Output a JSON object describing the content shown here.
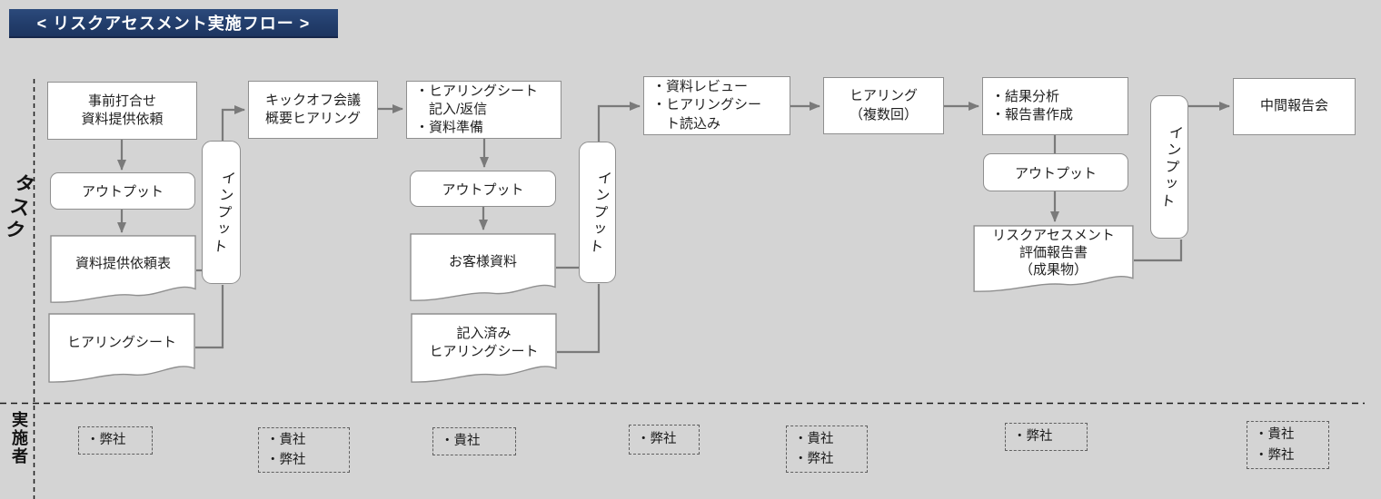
{
  "title": "< リスクアセスメント実施フロー >",
  "lanes": {
    "task": "タスク",
    "executor": "実施者"
  },
  "shared": {
    "output": "アウトプット",
    "input": "インプット"
  },
  "process": {
    "pre_meeting": {
      "lines": [
        "事前打合せ",
        "資料提供依頼"
      ]
    },
    "kickoff": {
      "lines": [
        "キックオフ会議",
        "概要ヒアリング"
      ]
    },
    "sheet_fill": {
      "lines": [
        "・ヒアリングシート",
        "記入/返信",
        "・資料準備"
      ]
    },
    "review": {
      "lines": [
        "・資料レビュー",
        "・ヒアリングシー",
        "ト読込み"
      ]
    },
    "hearing": {
      "lines": [
        "ヒアリング",
        "（複数回）"
      ]
    },
    "analysis": {
      "lines": [
        "・結果分析",
        "・報告書作成"
      ]
    },
    "interim_report": {
      "lines": [
        "中間報告会"
      ]
    }
  },
  "documents": {
    "request_sheet": {
      "lines": [
        "資料提供依頼表"
      ]
    },
    "hearing_sheet": {
      "lines": [
        "ヒアリングシート"
      ]
    },
    "customer_docs": {
      "lines": [
        "お客様資料"
      ]
    },
    "filled_sheet": {
      "lines": [
        "記入済み",
        "ヒアリングシート"
      ]
    },
    "assessment_report": {
      "lines": [
        "リスクアセスメント",
        "評価報告書",
        "（成果物）"
      ]
    }
  },
  "executors": {
    "e1": {
      "items": [
        "・弊社"
      ]
    },
    "e2": {
      "items": [
        "・貴社",
        "・弊社"
      ]
    },
    "e3": {
      "items": [
        "・貴社"
      ]
    },
    "e4": {
      "items": [
        "・弊社"
      ]
    },
    "e5": {
      "items": [
        "・貴社",
        "・弊社"
      ]
    },
    "e6": {
      "items": [
        "・弊社"
      ]
    },
    "e7": {
      "items": [
        "・貴社",
        "・弊社"
      ]
    }
  },
  "colors": {
    "background": "#d4d4d4",
    "banner": "#223d6b",
    "connector": "#7a7a7a",
    "box_border": "#8f8f8f",
    "dashed_line": "#1a1a1a"
  }
}
